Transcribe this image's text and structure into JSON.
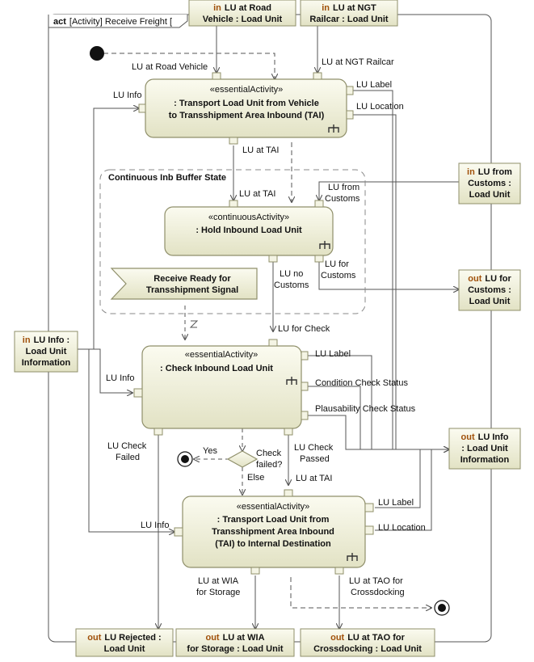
{
  "frame": {
    "keyword": "act",
    "name": "[Activity] Receive Freight ["
  },
  "colors": {
    "box_fill_top": "#fbfbf0",
    "box_fill_bottom": "#e2e2c4",
    "box_stroke": "#8f8f6a",
    "keyword": "#a0500a",
    "line": "#555555"
  },
  "params": {
    "road": {
      "dir": "in",
      "line1": "LU at Road",
      "line2": "Vehicle : Load Unit"
    },
    "ngt": {
      "dir": "in",
      "line1": "LU at NGT",
      "line2": "Railcar : Load Unit"
    },
    "customs_in": {
      "dir": "in",
      "line1": "LU from",
      "line2": "Customs :",
      "line3": "Load Unit"
    },
    "customs_out": {
      "dir": "out",
      "line1": "LU for",
      "line2": "Customs :",
      "line3": "Load Unit"
    },
    "info_in": {
      "dir": "in",
      "line1": "LU Info :",
      "line2": "Load Unit",
      "line3": "Information"
    },
    "info_out": {
      "dir": "out",
      "line1": "LU Info",
      "line2": ": Load Unit",
      "line3": "Information"
    },
    "rejected": {
      "dir": "out",
      "line1": "LU Rejected :",
      "line2": "Load Unit"
    },
    "wia": {
      "dir": "out",
      "line1": "LU at WIA",
      "line2": "for Storage : Load Unit"
    },
    "tao": {
      "dir": "out",
      "line1": "LU at TAO for",
      "line2": "Crossdocking : Load Unit"
    }
  },
  "actions": {
    "transport_tai": {
      "stereotype": "«essentialActivity»",
      "line1": ": Transport Load Unit from Vehicle",
      "line2": "to Transshipment Area Inbound (TAI)"
    },
    "hold": {
      "stereotype": "«continuousActivity»",
      "line1": ": Hold Inbound Load Unit"
    },
    "check": {
      "stereotype": "«essentialActivity»",
      "line1": ": Check Inbound Load Unit"
    },
    "transport_dest": {
      "stereotype": "«essentialActivity»",
      "line1": ": Transport Load Unit from",
      "line2": "Transshipment Area Inbound",
      "line3": "(TAI) to Internal Destination"
    }
  },
  "region": {
    "title": "Continuous Inb Buffer State"
  },
  "signal": {
    "line1": "Receive Ready for",
    "line2": "Transshipment Signal"
  },
  "decision": {
    "question_line1": "Check",
    "question_line2": "failed?",
    "yes": "Yes",
    "else": "Else"
  },
  "pins": {
    "lu_at_road_vehicle": "LU at Road Vehicle",
    "lu_at_ngt_railcar": "LU at NGT Railcar",
    "lu_info_top": "LU Info",
    "lu_label_top": "LU Label",
    "lu_location_top": "LU Location",
    "lu_at_tai_out": "LU at TAI",
    "lu_at_tai_in": "LU at TAI",
    "lu_from_customs_line1": "LU from",
    "lu_from_customs_line2": "Customs",
    "lu_no_customs_line1": "LU no",
    "lu_no_customs_line2": "Customs",
    "lu_for_customs_line1": "LU for",
    "lu_for_customs_line2": "Customs",
    "lu_for_check": "LU for Check",
    "lu_info_check": "LU Info",
    "lu_label_check": "LU Label",
    "condition_check_status": "Condition Check Status",
    "plausability_check_status": "Plausability Check Status",
    "lu_check_failed_line1": "LU Check",
    "lu_check_failed_line2": "Failed",
    "lu_check_passed_line1": "LU Check",
    "lu_check_passed_line2": "Passed",
    "lu_at_tai_dest": "LU at TAI",
    "lu_info_dest": "LU Info",
    "lu_label_dest": "LU Label",
    "lu_location_dest": "LU Location",
    "lu_at_wia_line1": "LU at WIA",
    "lu_at_wia_line2": "for Storage",
    "lu_at_tao_line1": "LU at TAO for",
    "lu_at_tao_line2": "Crossdocking"
  }
}
